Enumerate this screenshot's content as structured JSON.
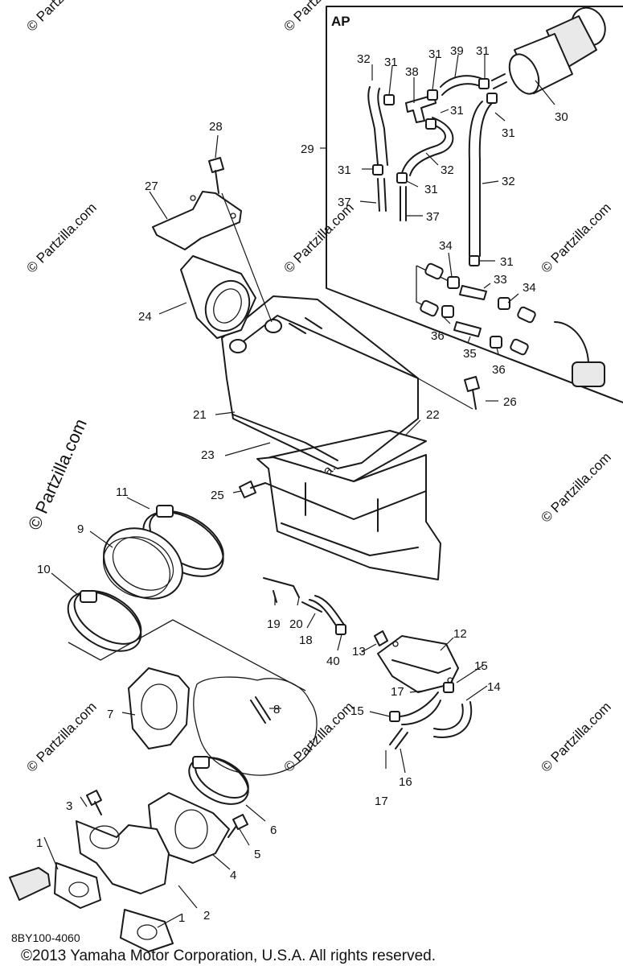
{
  "inset": {
    "title": "AP"
  },
  "diagram_code": "8BY100-4060",
  "copyright": "©2013 Yamaha Motor Corporation, U.S.A. All rights reserved.",
  "watermarks": {
    "main": "© Partzilla.com",
    "faint": "© Partzilla.com"
  },
  "callouts": [
    "1",
    "2",
    "3",
    "4",
    "5",
    "6",
    "7",
    "8",
    "9",
    "10",
    "11",
    "12",
    "13",
    "14",
    "15",
    "16",
    "17",
    "18",
    "19",
    "20",
    "21",
    "22",
    "23",
    "24",
    "25",
    "26",
    "27",
    "28",
    "29",
    "30",
    "31",
    "32",
    "33",
    "34",
    "35",
    "36",
    "37",
    "38",
    "39",
    "40"
  ]
}
